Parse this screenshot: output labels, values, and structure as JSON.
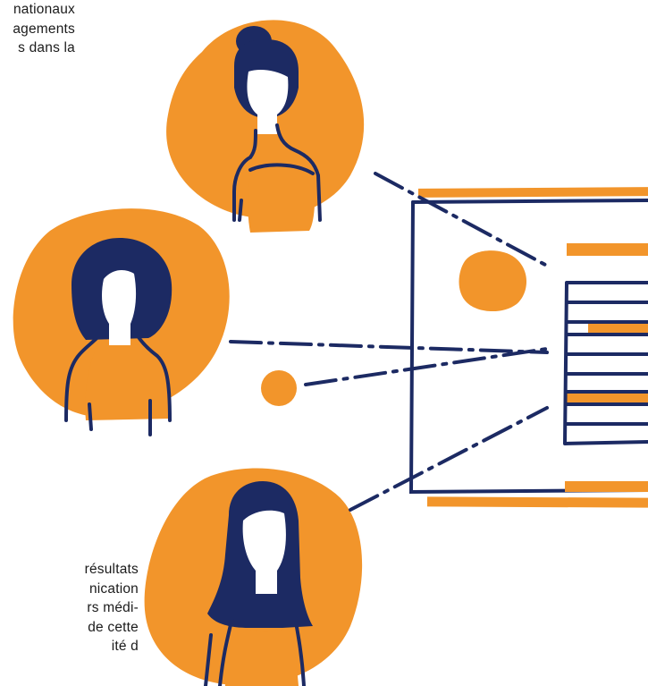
{
  "text_top": [
    "nationaux",
    "agements",
    "s dans la"
  ],
  "text_bottom": [
    "résultats",
    "nication",
    "rs médi-",
    "de cette",
    "ité d"
  ],
  "colors": {
    "orange": "#f2952b",
    "navy": "#1c2a63",
    "skin": "#ffffff"
  },
  "icons": [
    "woman-bun-avatar",
    "woman-short-hair-avatar",
    "woman-long-hair-avatar",
    "document-list"
  ]
}
